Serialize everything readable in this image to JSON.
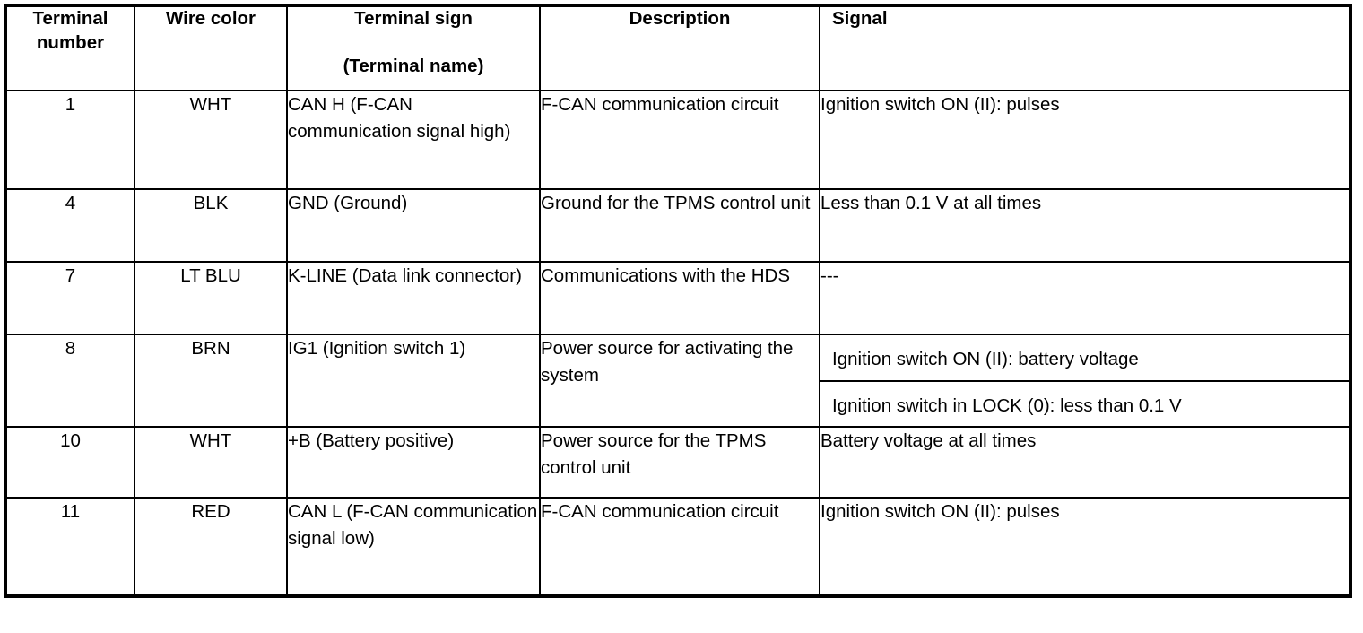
{
  "table": {
    "columns": [
      {
        "key": "terminal_number",
        "label_line1": "Terminal",
        "label_line2": "number",
        "align": "center"
      },
      {
        "key": "wire_color",
        "label_line1": "Wire color",
        "label_line2": "",
        "align": "center"
      },
      {
        "key": "terminal_sign",
        "label_line1": "Terminal sign",
        "label_line2": "(Terminal name)",
        "align": "center"
      },
      {
        "key": "description",
        "label_line1": "Description",
        "label_line2": "",
        "align": "center"
      },
      {
        "key": "signal",
        "label_line1": "Signal",
        "label_line2": "",
        "align": "left"
      }
    ],
    "rows": [
      {
        "terminal_number": "1",
        "wire_color": "WHT",
        "terminal_sign": "CAN H (F-CAN communication signal high)",
        "description": "F-CAN communication circuit",
        "signal": "Ignition switch ON (II): pulses",
        "signal_alt": ""
      },
      {
        "terminal_number": "4",
        "wire_color": "BLK",
        "terminal_sign": "GND (Ground)",
        "description": "Ground for the TPMS control unit",
        "signal": "Less than 0.1 V at all times",
        "signal_alt": ""
      },
      {
        "terminal_number": "7",
        "wire_color": "LT BLU",
        "terminal_sign": "K-LINE (Data link connector)",
        "description": "Communications with the HDS",
        "signal": "---",
        "signal_alt": ""
      },
      {
        "terminal_number": "8",
        "wire_color": "BRN",
        "terminal_sign": "IG1 (Ignition switch 1)",
        "description": "Power source for activating the system",
        "signal": "Ignition switch ON (II): battery voltage",
        "signal_alt": "Ignition switch in LOCK (0): less than 0.1 V"
      },
      {
        "terminal_number": "10",
        "wire_color": "WHT",
        "terminal_sign": "+B (Battery positive)",
        "description": "Power source for the TPMS control unit",
        "signal": "Battery voltage at all times",
        "signal_alt": ""
      },
      {
        "terminal_number": "11",
        "wire_color": "RED",
        "terminal_sign": "CAN L (F-CAN communication signal low)",
        "description": "F-CAN communication circuit",
        "signal": "Ignition switch ON (II): pulses",
        "signal_alt": ""
      }
    ]
  },
  "colors": {
    "border": "#000000",
    "background": "#ffffff",
    "text": "#000000"
  }
}
